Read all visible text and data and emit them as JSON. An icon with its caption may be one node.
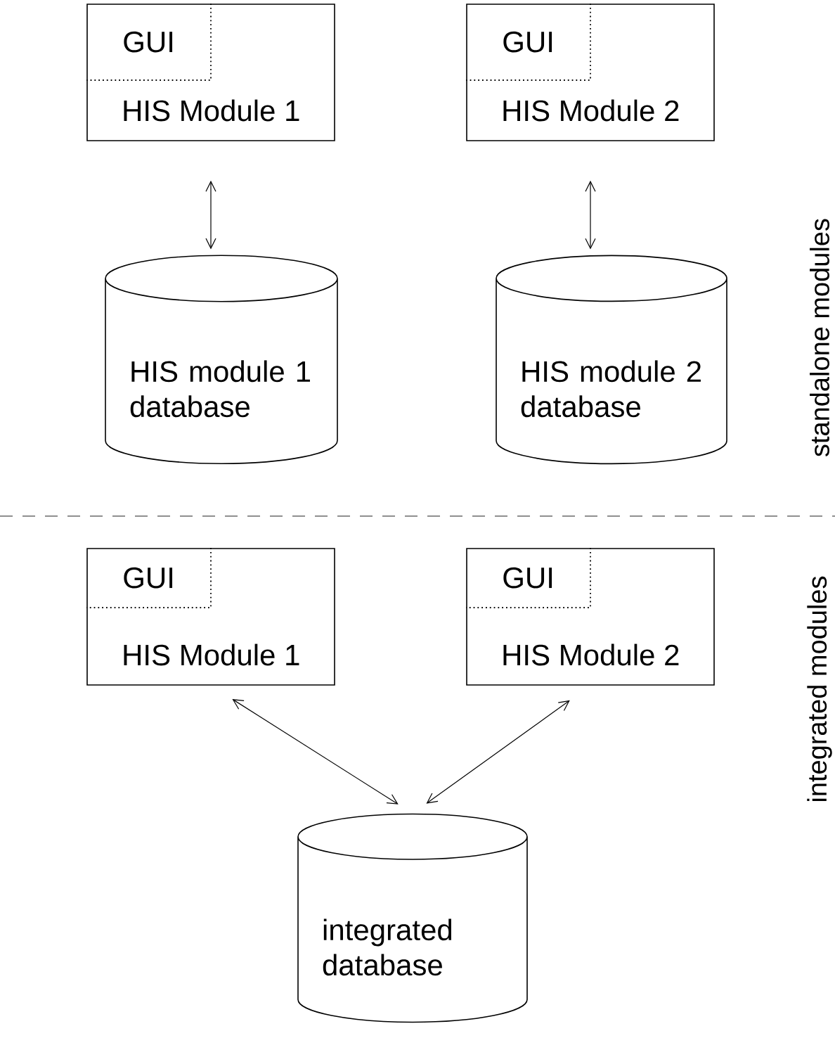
{
  "diagram": {
    "nodes": [
      {
        "text": [
          "HIS Module 1"
        ]
      },
      {
        "text": [
          "GUI"
        ],
        "in": 0
      },
      {
        "text": [
          "HIS Module 2"
        ]
      },
      {
        "text": [
          "GUI"
        ],
        "in": 2
      },
      {
        "text": [
          "HIS module 1 database"
        ]
      },
      {
        "text": [
          "HIS module 2 database"
        ]
      },
      {
        "text": [
          "HIS Module 1"
        ]
      },
      {
        "text": [
          "GUI"
        ],
        "in": 6
      },
      {
        "text": [
          "HIS Module 2"
        ]
      },
      {
        "text": [
          "GUI"
        ],
        "in": 8
      },
      {
        "text": [
          "integrated database"
        ]
      }
    ],
    "edges": [
      {
        "from": 0,
        "to": 4,
        "arrow": "both"
      },
      {
        "from": 2,
        "to": 5,
        "arrow": "both"
      },
      {
        "from": 6,
        "to": 10,
        "arrow": "both"
      },
      {
        "from": 8,
        "to": 10,
        "arrow": "both"
      }
    ],
    "labels": [
      "standalone modules",
      "integrated modules"
    ]
  }
}
